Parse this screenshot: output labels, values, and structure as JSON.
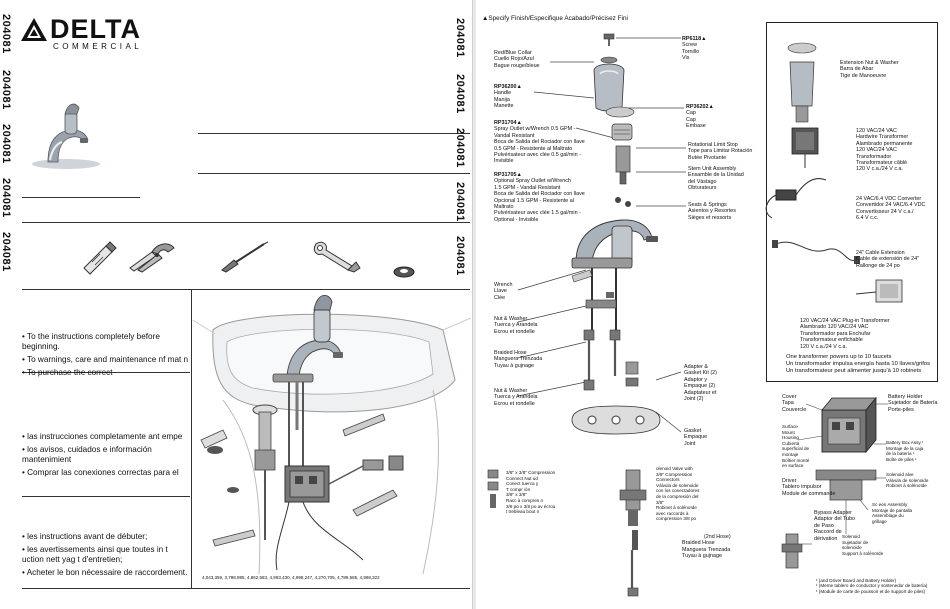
{
  "model": "204081",
  "brand": {
    "name": "DELTA",
    "line": "COMMERCIAL"
  },
  "english_items": [
    "• To             the instructions completely before beginning.",
    "• To             warnings, care and maintenance   nf   mat   n",
    "• To purchase the correct"
  ],
  "spanish_items": [
    "•                       las instrucciones completamente ant        empe",
    "•                       los avisos, cuidados e información mantenimient",
    "• Comprar las conexiones correctas para el"
  ],
  "french_items": [
    "•                       les instructions avant de débuter;",
    "•                       les avertissements ainsi que toutes in   t uction       nett   yag     t d'entretien;",
    "• Acheter le bon nécessaire de raccordement."
  ],
  "patent_text": "4,043,359, 3,798,995, 4,862,583, 4,993,430, 4,998,247, 4,270,705, 4,789,585, 4,998,322",
  "parts_header": "▲Specify Finish/Especifique     Acabado/Précisez     Fini",
  "parts": {
    "rp6118": {
      "code": "RP6118▲",
      "desc": [
        "Screw",
        "Tornillo",
        "Vis"
      ]
    },
    "collar": {
      "code": "",
      "desc": [
        "Red/Blue Collar",
        "Cuello Rojo/Azul",
        "Bague rouge/bleue"
      ]
    },
    "rp36200": {
      "code": "RP36200▲",
      "desc": [
        "Handle",
        "Manija",
        "Manette"
      ]
    },
    "rp36202": {
      "code": "RP36202▲",
      "desc": [
        "Cap",
        "Cap",
        "Embase"
      ]
    },
    "rp31704": {
      "code": "RP31704▲",
      "desc": [
        "Spray Outlet w/Wrench 0.5 GPM -",
        "Vandal Resistant",
        "Boca de Salida del Rociador con llave",
        "0.5 GPM - Resistente al Maltrato",
        "Pulvérisateur avec clée 0.5 gal/min -",
        "Invisible"
      ]
    },
    "rp31705": {
      "code": "RP31705▲",
      "desc": [
        "Optional Spray Outlet w/Wrench",
        "1.5 GPM - Vandal Resistant",
        "Boca de Salida del Rociador con llave",
        "Opcional 1.5 GPM - Resistente al",
        "Maltrato",
        "Pulvérisateur avec clée 1.5 gal/min -",
        "Optional - Invisible"
      ]
    },
    "rotational_stop": {
      "code": "",
      "desc": [
        "Rotational Limit Stop",
        "Tope para Limitar Rotación",
        "Butée Pivotante"
      ]
    },
    "stem_unit": {
      "code": "",
      "desc": [
        "Stem Unit Assembly",
        "Ensamble de la Unidad",
        "del Vástago",
        "Obturateurs"
      ]
    },
    "seats_springs": {
      "code": "",
      "desc": [
        "Seats & Springs",
        "Asientos y Resortes",
        "Sièges et ressorts"
      ]
    },
    "wrench": {
      "code": "",
      "desc": [
        "Wrench",
        "Llave",
        "Clée"
      ]
    },
    "nut_washer_1": {
      "code": "",
      "desc": [
        "Nut & Washer",
        "Tuerca y Arandela",
        "Ecrou et rondelle"
      ]
    },
    "braided_hose": {
      "code": "",
      "desc": [
        "Braided Hose",
        "Manguera Trenzada",
        "Tuyau à gujnage"
      ]
    },
    "nut_washer_2": {
      "code": "",
      "desc": [
        "Nut & Washer",
        "Tuerca y Arandela",
        "Ecrou et rondelle"
      ]
    },
    "adapter_gasket": {
      "code": "",
      "desc": [
        "Adapter &",
        "Gasket Kit (2)",
        "Adaptor y",
        "Empaque (2)",
        "Adaptateur et",
        "Joint (2)"
      ]
    },
    "gasket": {
      "code": "",
      "desc": [
        "Gasket",
        "Empaque",
        "Joint"
      ]
    },
    "compression": {
      "code": "",
      "desc": [
        "3/8\" x 3/8\" Compression",
        "Connect     Nut ud",
        "Conect        tuerca y",
        "T         compr  ión",
        "          3/8\" x 3/8\"",
        "Racc      à compres  n",
        "3/8 po x 3/8 po av  écrou",
        "   t  trebleau     bout    n"
      ]
    },
    "solenoid_valve": {
      "code": "",
      "desc": [
        "   olenoid Valve with",
        "3/8\" Compression",
        "Connectors",
        "Válvula de solenoide",
        "con los conectadores",
        "de la compresión del",
        "3/8\"",
        "Robinet à solénoïde",
        "avec raccords à",
        "compression 3/8 po"
      ]
    },
    "second_hose": {
      "code": "",
      "desc": [
        "(2nd Hose)",
        "Braided Hose",
        "Manguera Trenzada",
        "Tuyau à gujnage"
      ]
    },
    "extension_nut": {
      "code": "",
      "desc": [
        "Extension Nut & Washer",
        "Barra de Abar",
        "Tige de Manoeuvre"
      ]
    },
    "hardwire_transformer": {
      "code": "",
      "desc": [
        "120 VAC/24 VAC",
        "Hardwire Transformer",
        "Alambrado permanente",
        "120 VAC/24 VAC",
        "Transformador",
        "Transformateur câblé",
        "120 V c.a./24 V c.a."
      ]
    },
    "dc_converter": {
      "code": "",
      "desc": [
        "24 VAC/6.4 VDC Converter",
        "Convertidor 24 VAC/6.4 VDC",
        "Convertisseur 24 V c.a./",
        "6.4 V c.c."
      ]
    },
    "cable_extension": {
      "code": "",
      "desc": [
        "24\" Cable Extension",
        "Cable de extensión de 24\"",
        "Rallonge de 24 po"
      ]
    },
    "plugin_transformer": {
      "code": "",
      "desc": [
        "120 VAC/24 VAC Plug-in Transformer",
        "Alambrado 120 VAC/24 VAC",
        "Transformador para Enchufar",
        "Transformateur enfichable",
        "120 V c.a./24 V c.a."
      ]
    },
    "cover": {
      "code": "",
      "desc": [
        "Cover",
        "Tapa",
        "Couvercle"
      ]
    },
    "battery_holder": {
      "code": "",
      "desc": [
        "Battery Holder",
        "Sujetador de Batería",
        "Porte-piles"
      ]
    },
    "surface_mount": {
      "code": "",
      "desc": [
        "Surface",
        "Mount",
        "Housing",
        "Cubierta",
        "superficial de",
        "montaje",
        "Boîtier monté",
        "en surface"
      ]
    },
    "battery_box": {
      "code": "",
      "desc": [
        "Battery Box Assy.¹",
        "Montaje de la caja",
        "de la batería ¹",
        "Boîte de piles ¹"
      ]
    },
    "solenoid_valve_2": {
      "code": "",
      "desc": [
        "Solenoid   alve",
        "Válvula de solenoide",
        "Robinet à solénoïde"
      ]
    },
    "driver": {
      "code": "",
      "desc": [
        "Driver",
        "Tablero impulsor",
        "Module de commande"
      ]
    },
    "screen_assembly": {
      "code": "",
      "desc": [
        "Sc een Assembly",
        "Montaje de pantalla",
        "Assemblage du",
        "grillage"
      ]
    },
    "bypass_adapter": {
      "code": "",
      "desc": [
        "Bypass Adapter",
        "Adaptor del Tubo",
        "de Paso",
        "Raccord de",
        "dérivation"
      ]
    },
    "solenoid_support": {
      "code": "",
      "desc": [
        "Solenoid",
        "Sujetador de",
        "solenoide",
        "Support à solénoïde"
      ]
    },
    "transformer_note": {
      "code": "",
      "desc": [
        "One transformer powers up to 10 faucets",
        "Un transformador impulsa energía hasta 10 llaves/grifos",
        "Un transformateur peut alimenter jusqu'à 10 robinets"
      ]
    },
    "footnote": {
      "code": "",
      "desc": [
        "¹ (and Driver Board and Battery Holder)",
        "¹ (Meme tablero de conductor y sostenedor de batería)",
        "¹ (Module de carte de poussoir et de support de piles)"
      ]
    }
  }
}
